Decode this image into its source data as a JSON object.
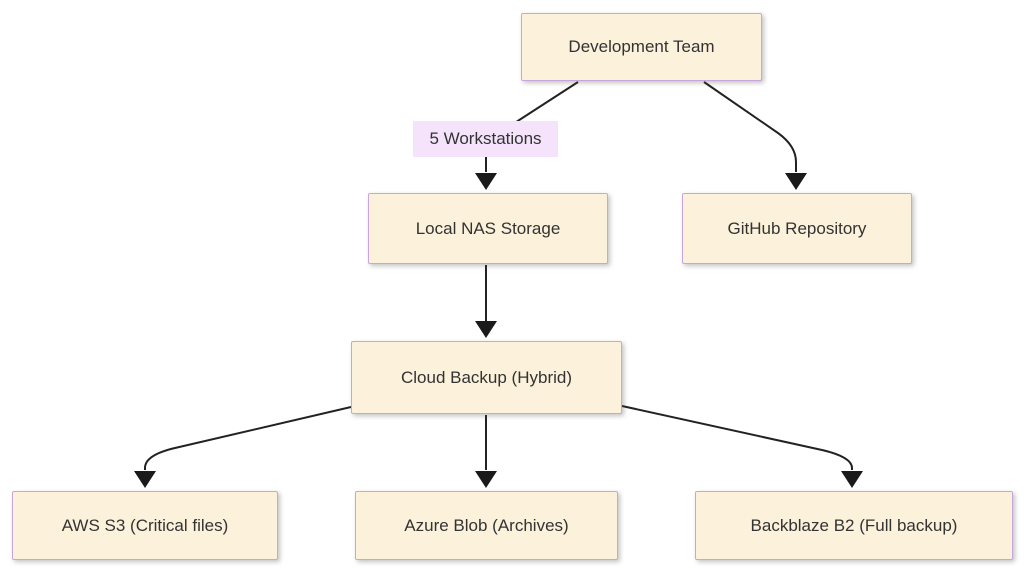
{
  "diagram": {
    "type": "flowchart",
    "direction": "top-down",
    "nodes": [
      {
        "id": "dev-team",
        "label": "Development Team"
      },
      {
        "id": "local-nas",
        "label": "Local NAS Storage"
      },
      {
        "id": "github-repo",
        "label": "GitHub Repository"
      },
      {
        "id": "cloud-backup",
        "label": "Cloud Backup (Hybrid)"
      },
      {
        "id": "aws-s3",
        "label": "AWS S3 (Critical files)"
      },
      {
        "id": "azure-blob",
        "label": "Azure Blob (Archives)"
      },
      {
        "id": "backblaze-b2",
        "label": "Backblaze B2 (Full backup)"
      }
    ],
    "edges": [
      {
        "from": "dev-team",
        "to": "local-nas",
        "label": "5 Workstations"
      },
      {
        "from": "dev-team",
        "to": "github-repo",
        "label": ""
      },
      {
        "from": "local-nas",
        "to": "cloud-backup",
        "label": ""
      },
      {
        "from": "cloud-backup",
        "to": "aws-s3",
        "label": ""
      },
      {
        "from": "cloud-backup",
        "to": "azure-blob",
        "label": ""
      },
      {
        "from": "cloud-backup",
        "to": "backblaze-b2",
        "label": ""
      }
    ],
    "colors": {
      "node_fill": "#fcf1da",
      "node_border": "#c9a5dd",
      "edge_label_bg": "#f4e3fb",
      "line": "#222222",
      "text": "#333333",
      "background": "#ffffff"
    }
  }
}
